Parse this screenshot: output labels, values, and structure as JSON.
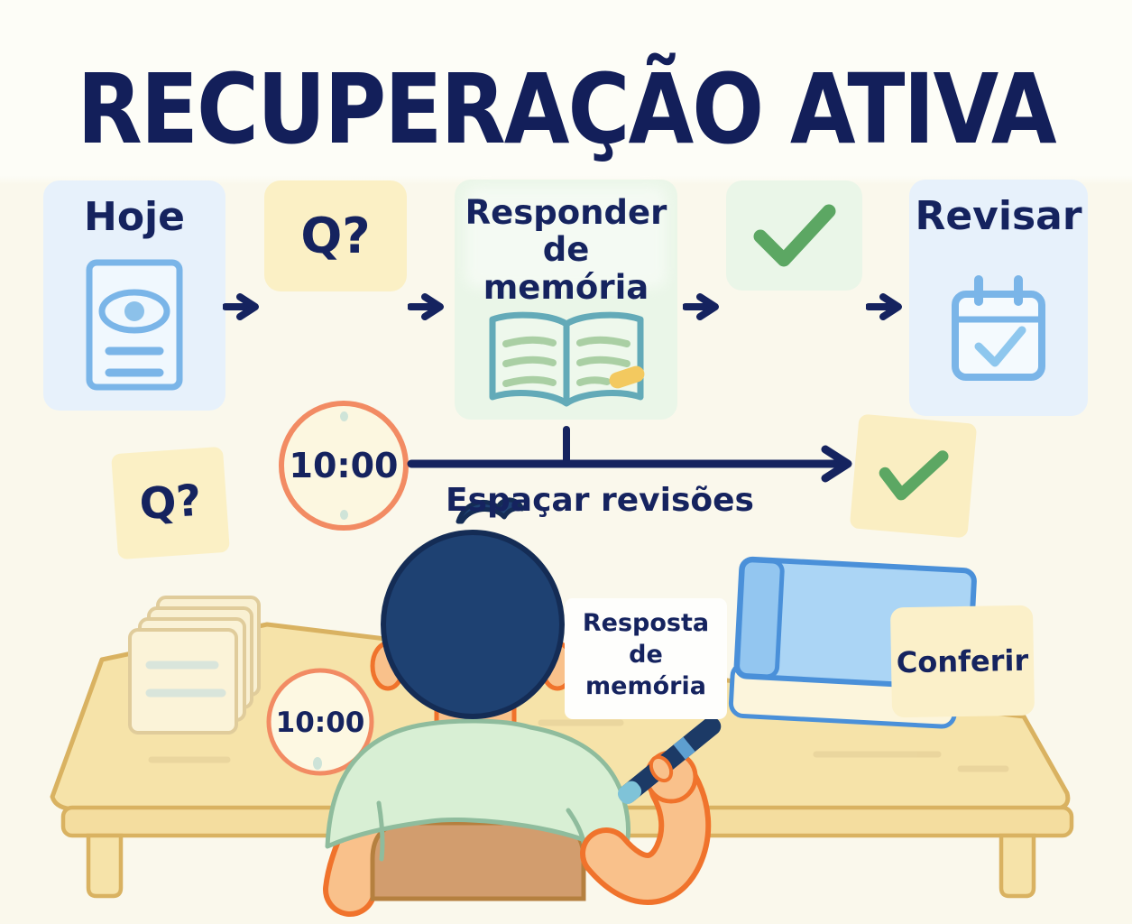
{
  "title": "RECUPERAÇÃO ATIVA",
  "palette": {
    "navy_text": "#15235f",
    "flow_blue_card": "#e7f1fb",
    "flow_yellow_card": "#fbf0c5",
    "flow_green_card": "#eaf6e8",
    "sticky_yellow": "#faeec2",
    "check_green": "#5ca763",
    "icon_blue": "#7ab5e8",
    "book_icon_teal": "#63aab8",
    "book_icon_lines_green": "#aacfa4",
    "marker_yellow": "#f3c95f",
    "timer_ring_coral": "#f28b63",
    "timer_fill": "#fcf7e0",
    "desk_tan": "#f6e3a9",
    "desk_border": "#d9b261",
    "paper_cream": "#fbf3d8",
    "chair_brown": "#d29d6e",
    "skin": "#f9c18b",
    "skin_outline": "#f0732c",
    "shirt_green": "#d8efd4",
    "shirt_outline": "#8fbc9d",
    "hair_navy": "#1e4172",
    "book_cover_blue": "#abd5f5",
    "book_cover_border": "#4a90d9",
    "background": "#fbf9ee"
  },
  "flow": {
    "step1": {
      "label": "Hoje",
      "icon": "document-eye-icon"
    },
    "step2": {
      "label": "Q?"
    },
    "step3": {
      "label_line1": "Responder",
      "label_line2": "de memória",
      "icon": "open-book-icon"
    },
    "step4": {
      "icon": "checkmark-icon"
    },
    "step5": {
      "label": "Revisar",
      "icon": "calendar-check-icon"
    }
  },
  "middle_row": {
    "question_note": "Q?",
    "timer": "10:00",
    "spacing_label": "Espaçar revisões"
  },
  "desk_scene": {
    "timer": "10:00",
    "answer_note_line1": "Resposta",
    "answer_note_line2": "de",
    "answer_note_line3": "memória",
    "check_card": "Conferir"
  }
}
